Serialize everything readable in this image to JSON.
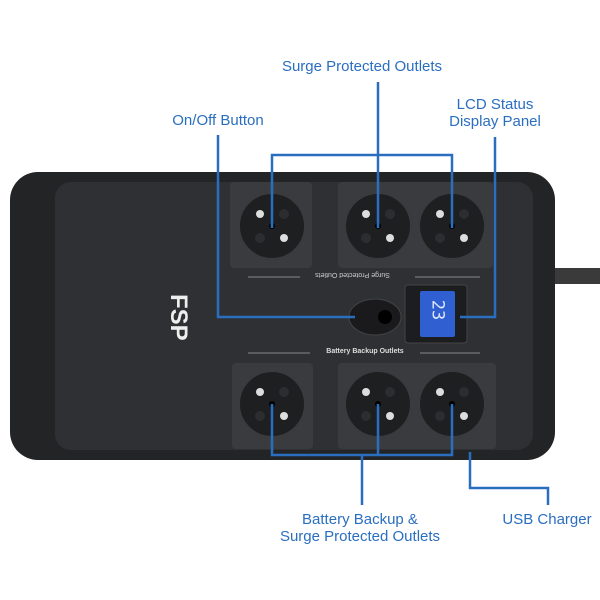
{
  "callouts": {
    "surge_outlets": "Surge Protected Outlets",
    "on_off": "On/Off Button",
    "lcd_line1": "LCD Status",
    "lcd_line2": "Display Panel",
    "battery_line1": "Battery Backup &",
    "battery_line2": "Surge Protected Outlets",
    "usb": "USB Charger"
  },
  "device": {
    "brand": "FSP",
    "top_panel_label": "Surge Protected Outlets",
    "bottom_panel_label": "Battery Backup Outlets",
    "lcd_reading": "23"
  },
  "colors": {
    "callout": "#2a6ec0",
    "body": "#2b2c2e",
    "lcd": "#2f5fd0"
  }
}
